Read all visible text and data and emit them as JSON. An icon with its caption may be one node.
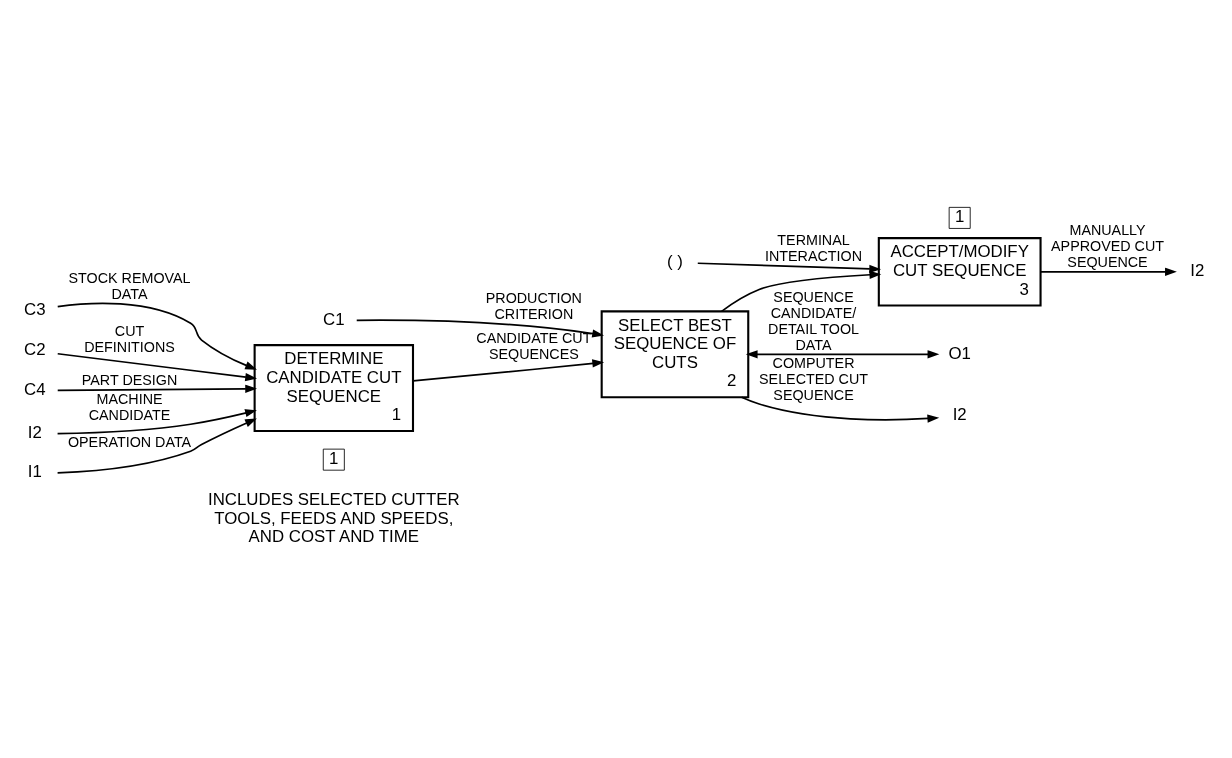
{
  "diagram": {
    "nodes": [
      {
        "text": [
          "DETERMINE CANDIDATE CUT SEQUENCE",
          "1"
        ]
      },
      {
        "text": [
          "SELECT BEST SEQUENCE OF CUTS",
          "2"
        ]
      },
      {
        "text": [
          "ACCEPT/MODIFY CUT SEQUENCE",
          "3"
        ]
      },
      {
        "text": [
          "C3"
        ]
      },
      {
        "text": [
          "C2"
        ]
      },
      {
        "text": [
          "C4"
        ]
      },
      {
        "text": [
          "I2"
        ]
      },
      {
        "text": [
          "I1"
        ]
      },
      {
        "text": [
          "C1"
        ]
      },
      {
        "text": [
          "O1"
        ]
      },
      {
        "text": [
          "I2"
        ]
      },
      {
        "text": [
          "I2"
        ]
      },
      {
        "text": [
          "( )"
        ]
      }
    ],
    "edges": [
      {
        "from": 3,
        "to": 0,
        "arrow": "to",
        "label": "STOCK REMOVAL DATA"
      },
      {
        "from": 4,
        "to": 0,
        "arrow": "to",
        "label": "CUT DEFINITIONS"
      },
      {
        "from": 5,
        "to": 0,
        "arrow": "to",
        "label": "PART DESIGN"
      },
      {
        "from": 6,
        "to": 0,
        "arrow": "to",
        "label": "MACHINE CANDIDATE"
      },
      {
        "from": 7,
        "to": 0,
        "arrow": "to",
        "label": "OPERATION DATA"
      },
      {
        "from": 0,
        "to": 1,
        "arrow": "to",
        "label": "CANDIDATE CUT SEQUENCES"
      },
      {
        "from": 8,
        "to": 1,
        "arrow": "to",
        "label": "PRODUCTION CRITERION"
      },
      {
        "from": 1,
        "to": 9,
        "arrow": "both",
        "label": "SEQUENCE CANDIDATE/ DETAIL TOOL DATA"
      },
      {
        "from": 1,
        "to": 10,
        "arrow": "to",
        "label": "COMPUTER SELECTED CUT SEQUENCE"
      },
      {
        "from": 1,
        "to": 2,
        "arrow": "to"
      },
      {
        "from": 2,
        "to": 11,
        "arrow": "to",
        "label": "MANUALLY APPROVED CUT SEQUENCE"
      },
      {
        "from": 12,
        "to": 2,
        "arrow": "to",
        "label": "TERMINAL INTERACTION"
      }
    ],
    "labels": [
      "1",
      "1",
      "INCLUDES SELECTED CUTTER TOOLS, FEEDS AND SPEEDS, AND COST AND TIME"
    ]
  }
}
